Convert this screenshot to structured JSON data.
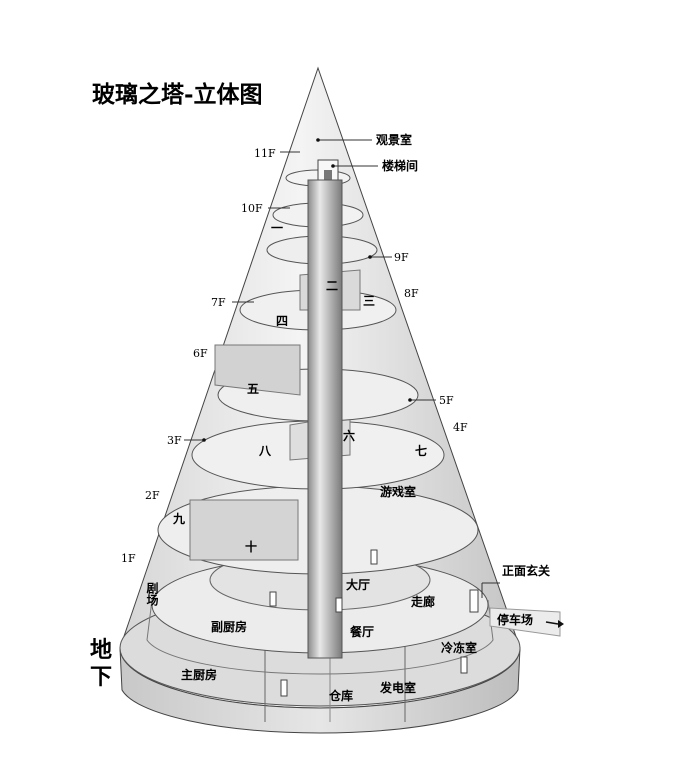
{
  "title": "玻璃之塔-立体图",
  "floors": {
    "f11": "11F",
    "f10": "10F",
    "f9": "9F",
    "f8": "8F",
    "f7": "7F",
    "f6": "6F",
    "f5": "5F",
    "f4": "4F",
    "f3": "3F",
    "f2": "2F",
    "f1": "1F"
  },
  "rooms": {
    "observation": "观景室",
    "stairwell": "楼梯间",
    "r1": "一",
    "r2": "二",
    "r3": "三",
    "r4": "四",
    "r5": "五",
    "r6": "六",
    "r7": "七",
    "r8": "八",
    "r9": "九",
    "r10": "十",
    "game": "游戏室",
    "theater": "剧场",
    "hall": "大厅",
    "corridor": "走廊",
    "entrance": "正面玄关",
    "parking": "停车场",
    "sub_kitchen": "副厨房",
    "dining": "餐厅",
    "freezer": "冷冻室",
    "main_kitchen": "主厨房",
    "generator": "发电室",
    "storage": "仓库"
  },
  "basement": {
    "line1": "地",
    "line2": "下"
  },
  "colors": {
    "glass": "#e2e2e2",
    "floor": "#f1f1f1",
    "dark": "#9a9a9a",
    "line": "#555555"
  }
}
